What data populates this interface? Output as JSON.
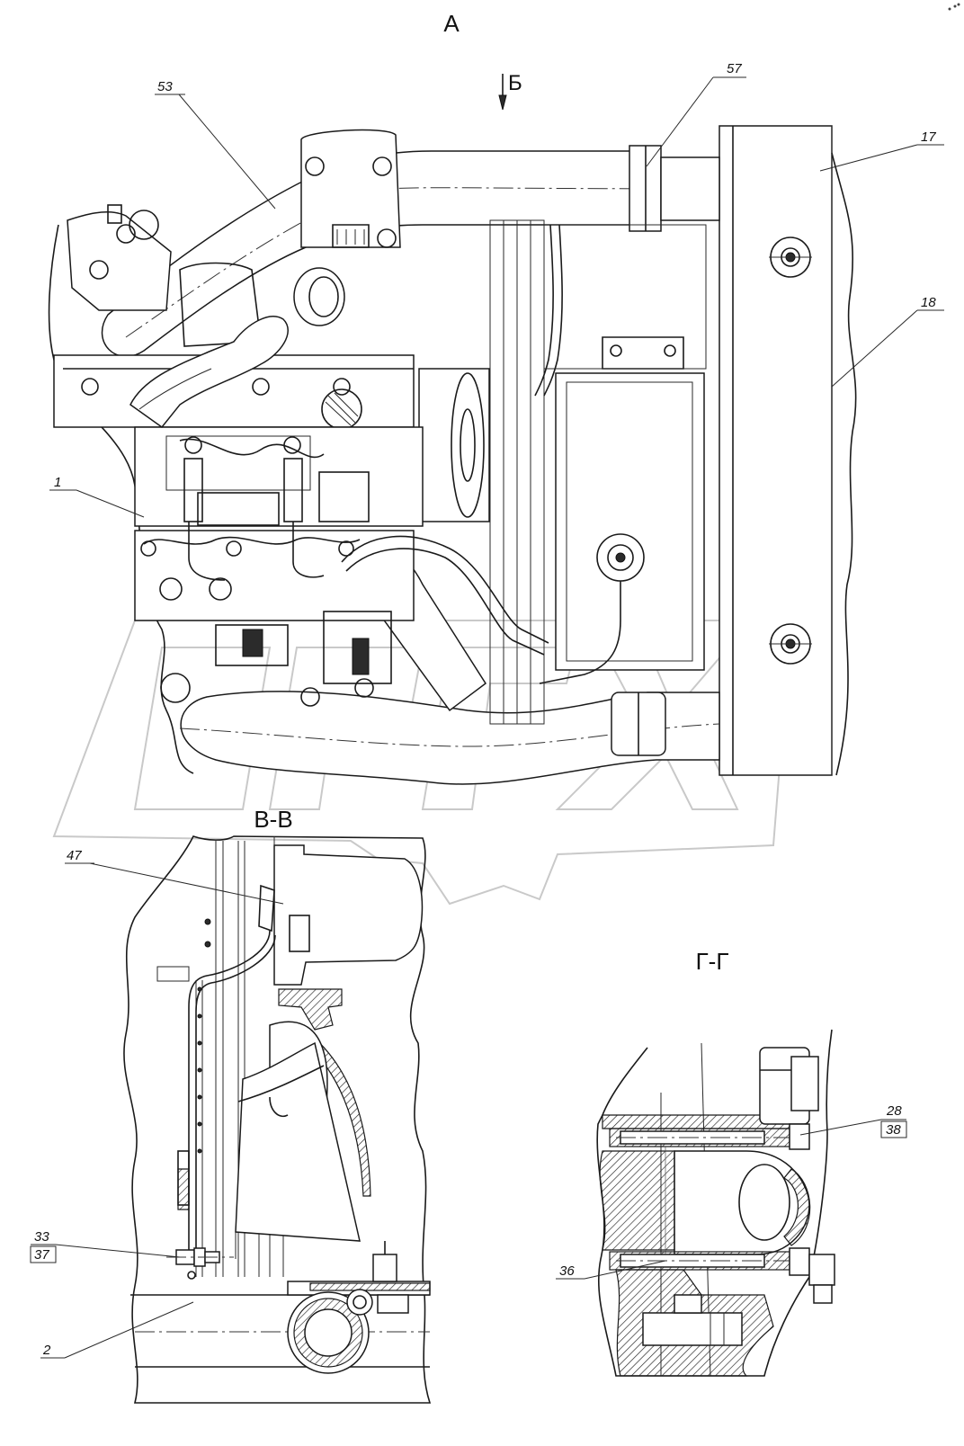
{
  "views": {
    "main": "А",
    "arrow": "Б",
    "section_b": "В-В",
    "section_g": "Г-Г"
  },
  "callouts": {
    "c53": "53",
    "c57": "57",
    "c17": "17",
    "c18": "18",
    "c1": "1",
    "c47": "47",
    "c33": "33",
    "c37": "37",
    "c2": "2",
    "c28": "28",
    "c38": "38",
    "c36": "36"
  },
  "watermark_text": "ОРЕХ"
}
